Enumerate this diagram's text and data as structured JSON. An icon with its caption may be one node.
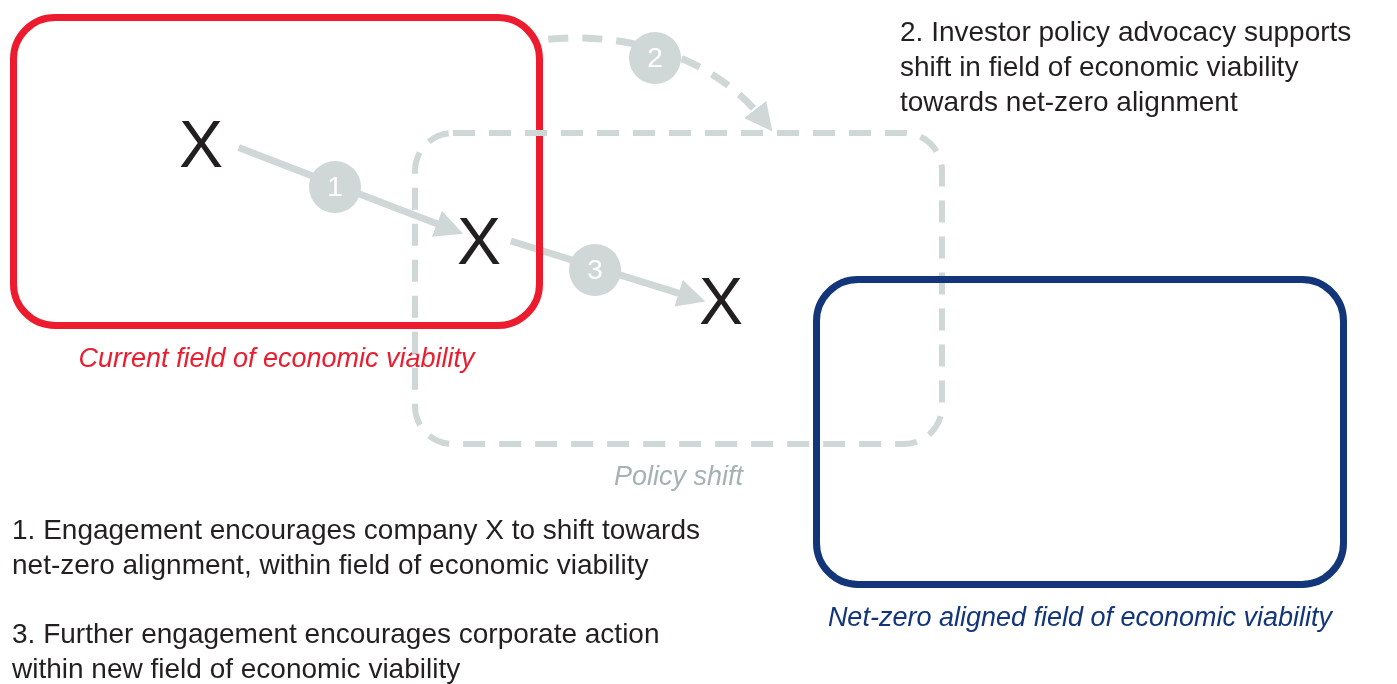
{
  "diagram": {
    "nodes": [
      {
        "text": [
          "Current field of economic viability"
        ]
      },
      {
        "text": [
          "X"
        ],
        "in": 0
      },
      {
        "text": [
          "X"
        ]
      },
      {
        "text": [
          "Policy shift"
        ]
      },
      {
        "text": [
          "X"
        ],
        "in": 3
      },
      {
        "text": [
          "Net-zero aligned field of economic viability"
        ]
      }
    ],
    "edges": [
      {
        "from": 1,
        "to": 2,
        "arrow": "to",
        "label": "1"
      },
      {
        "from": 2,
        "to": 4,
        "arrow": "to",
        "label": "3"
      },
      {
        "from": 0,
        "to": 3,
        "arrow": "to",
        "label": "2",
        "style": "dashed"
      }
    ],
    "labels": [
      "2. Investor policy advocacy supports shift in field of economic viability towards net-zero alignment",
      "1. Engagement encourages company X to shift towards net-zero alignment, within field of economic viability",
      "3. Further engagement encourages corporate action within new field of economic viability"
    ]
  }
}
